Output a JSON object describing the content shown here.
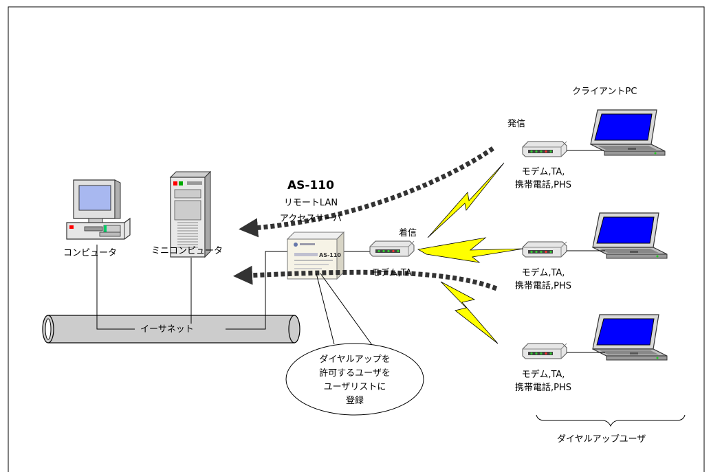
{
  "colors": {
    "background": "#ffffff",
    "border": "#000000",
    "arrow": "#333333",
    "lightning": "#ffff00",
    "screen": "#0000ff",
    "pipe": "#cccccc"
  },
  "labels": {
    "computer": "コンピュータ",
    "minicomputer": "ミニコンピュータ",
    "product_name": "AS-110",
    "product_line1": "リモートLAN",
    "product_line2": "アクセスサーバ",
    "ethernet": "イーサネット",
    "incoming": "着信",
    "outgoing": "発信",
    "local_modem": "モデム,TA",
    "client_pc": "クライアントPC",
    "remote_modem_line1": "モデム,TA,",
    "remote_modem_line2": "携帯電話,PHS",
    "dialup_users": "ダイヤルアップユーザ",
    "device_badge": "AS-110"
  },
  "callout": {
    "lines": [
      "ダイヤルアップを",
      "許可するユーザを",
      "ユーザリストに",
      "登録"
    ]
  },
  "icons": {
    "computer": "desktop-computer-icon",
    "minicomputer": "server-tower-icon",
    "access_server": "access-server-device-icon",
    "modem": "modem-icon",
    "laptop": "laptop-icon",
    "lightning": "lightning-bolt-icon"
  }
}
